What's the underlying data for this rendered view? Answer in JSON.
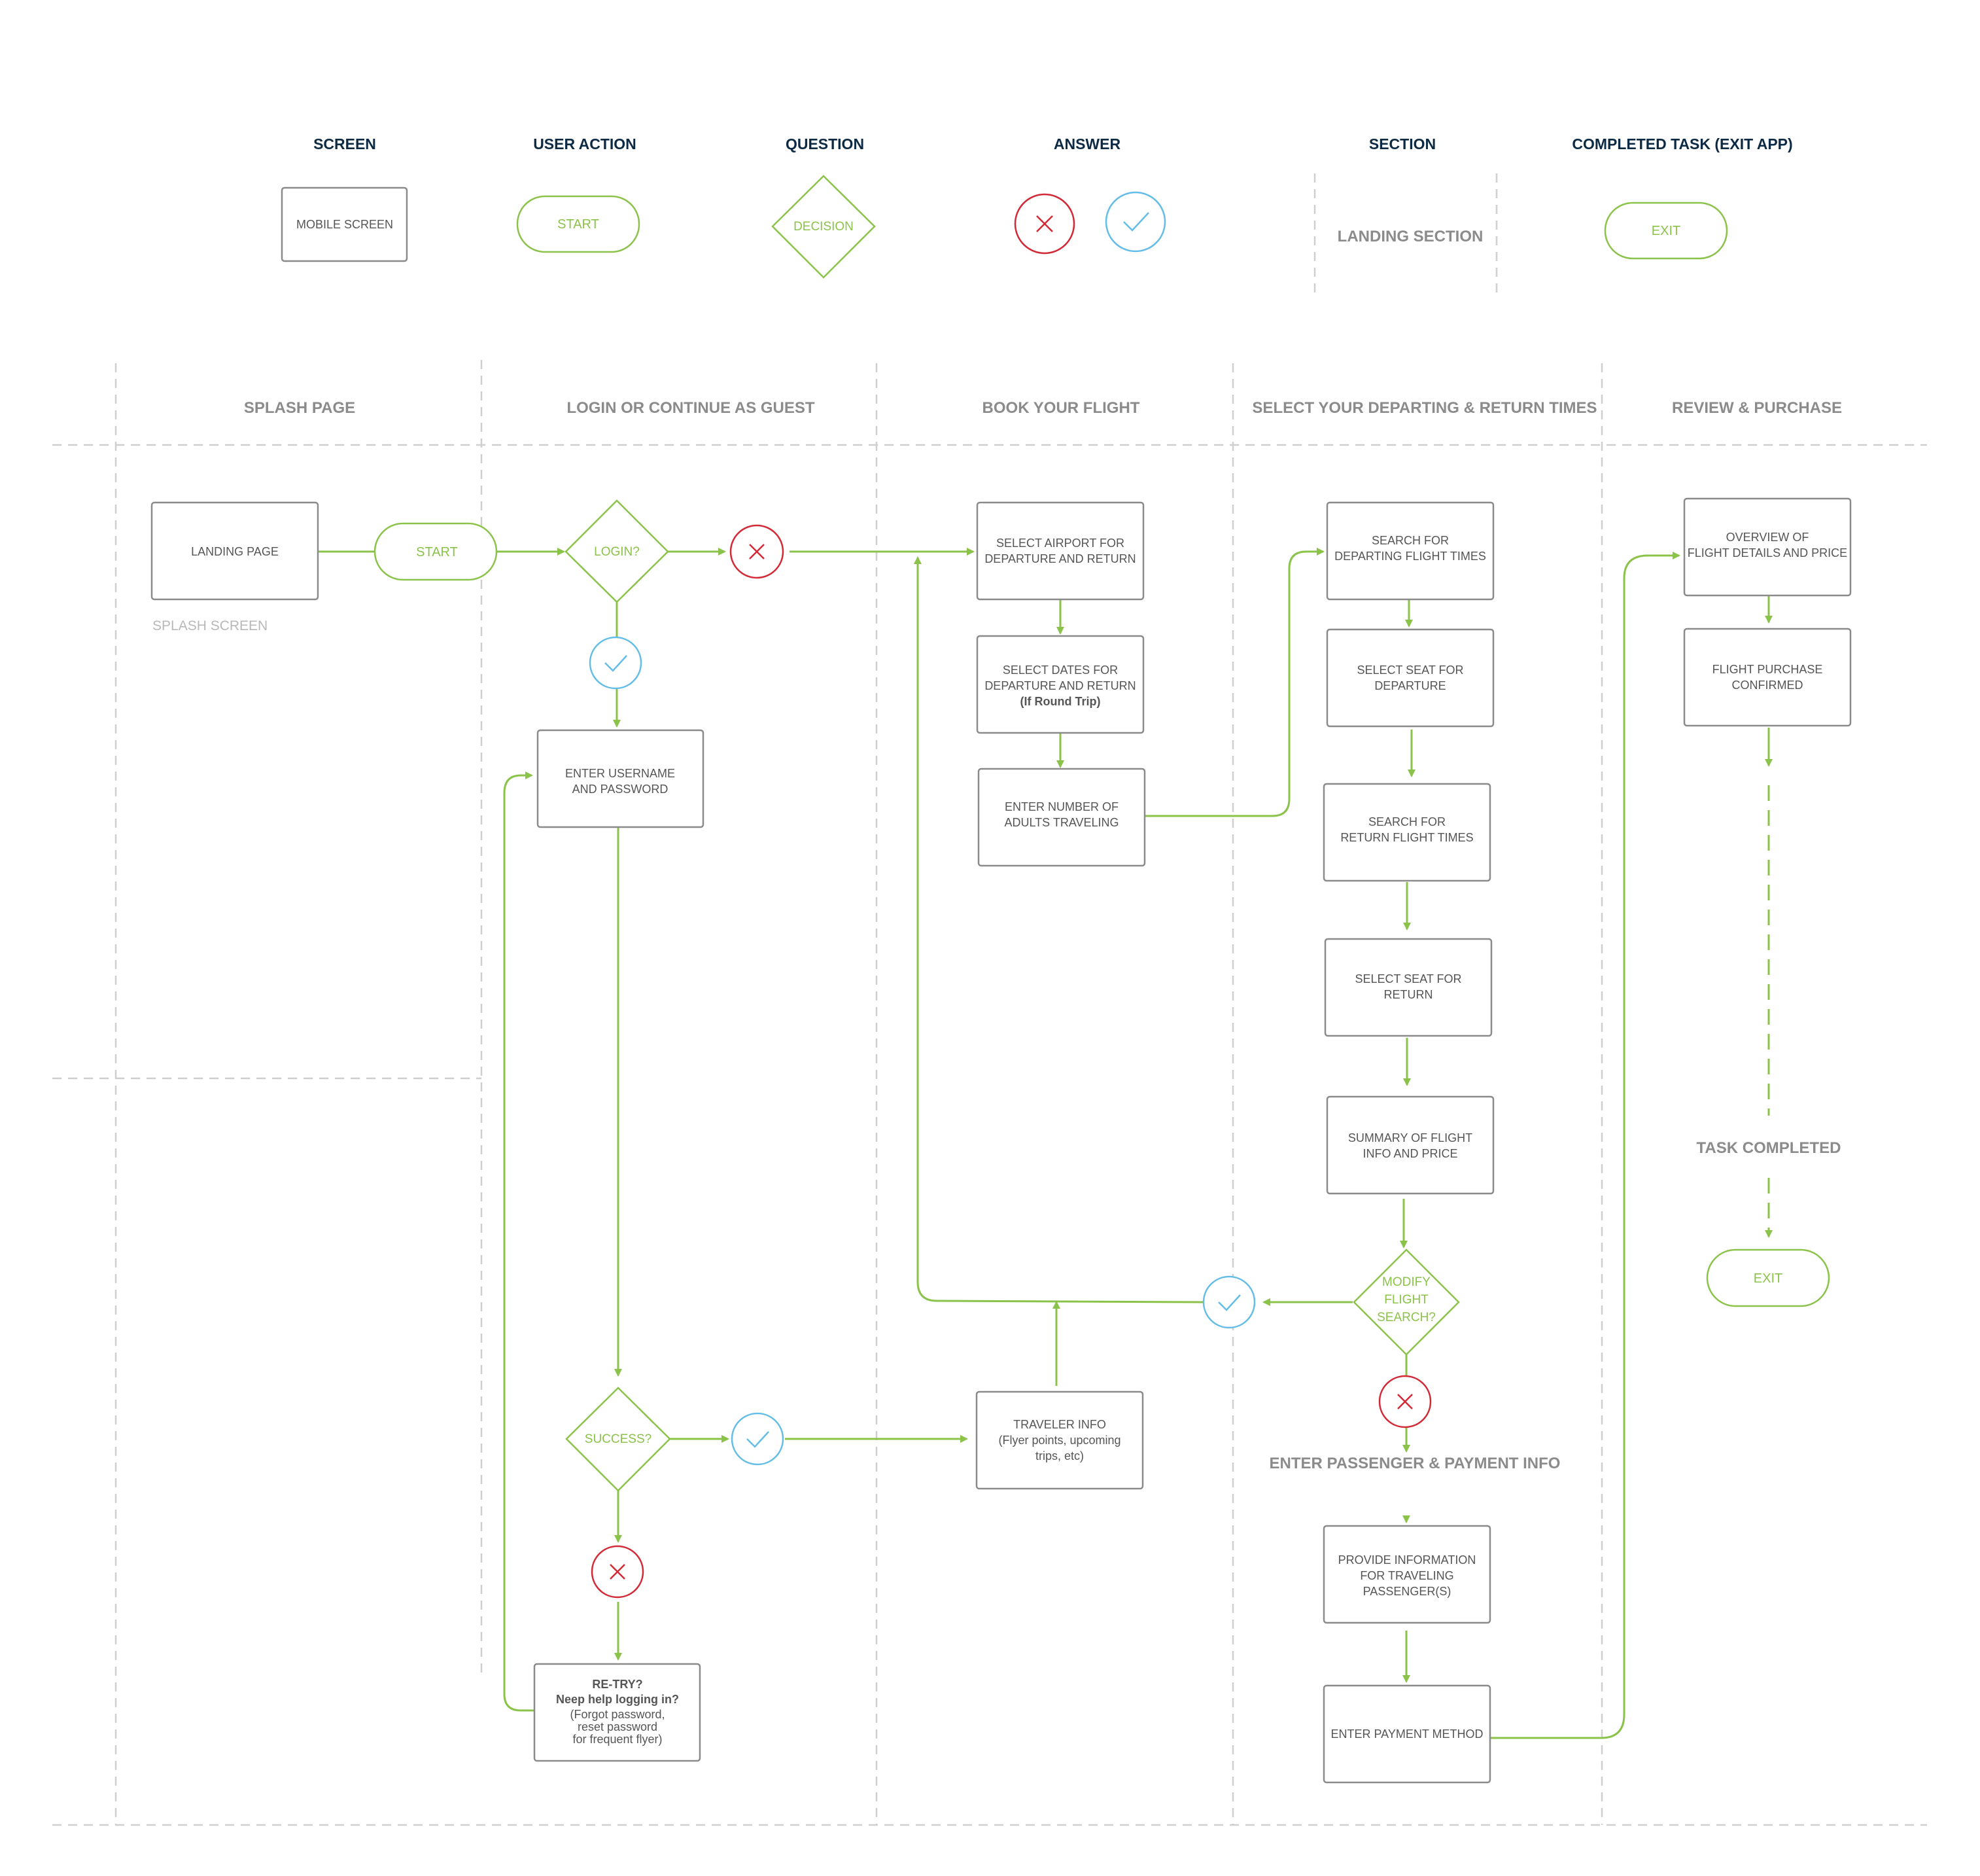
{
  "legend": {
    "screen": {
      "title": "SCREEN",
      "sample": "MOBILE SCREEN"
    },
    "user_action": {
      "title": "USER ACTION",
      "sample": "START"
    },
    "question": {
      "title": "QUESTION",
      "sample": "DECISION"
    },
    "answer": {
      "title": "ANSWER"
    },
    "section": {
      "title": "SECTION",
      "sample": "LANDING SECTION"
    },
    "completed": {
      "title": "COMPLETED TASK (EXIT APP)",
      "sample": "EXIT"
    }
  },
  "sections": [
    "SPLASH PAGE",
    "LOGIN OR CONTINUE AS GUEST",
    "BOOK YOUR FLIGHT",
    "SELECT YOUR DEPARTING & RETURN TIMES",
    "REVIEW & PURCHASE"
  ],
  "nodes": {
    "landing": "LANDING PAGE",
    "splash_note": "SPLASH SCREEN",
    "start": "START",
    "login_q": "LOGIN?",
    "enter_user": [
      "ENTER USERNAME",
      "AND PASSWORD"
    ],
    "success_q": "SUCCESS?",
    "retry_bold": [
      "RE-TRY?",
      "Neep help logging in?"
    ],
    "retry_text": [
      "(Forgot password,",
      "reset password",
      "for frequent flyer)"
    ],
    "select_airport": [
      "SELECT AIRPORT FOR",
      "DEPARTURE AND RETURN"
    ],
    "select_dates": [
      "SELECT DATES FOR",
      "DEPARTURE AND RETURN"
    ],
    "select_dates_bold": "(If Round Trip)",
    "num_adults": [
      "ENTER NUMBER OF",
      "ADULTS TRAVELING"
    ],
    "traveler_info": [
      "TRAVELER INFO",
      "(Flyer points, upcoming",
      "trips, etc)"
    ],
    "search_depart": [
      "SEARCH FOR",
      "DEPARTING FLIGHT TIMES"
    ],
    "seat_depart": [
      "SELECT SEAT FOR",
      "DEPARTURE"
    ],
    "search_return": [
      "SEARCH FOR",
      "RETURN FLIGHT TIMES"
    ],
    "seat_return": [
      "SELECT SEAT FOR",
      "RETURN"
    ],
    "summary": [
      "SUMMARY OF FLIGHT",
      "INFO AND PRICE"
    ],
    "modify_q": [
      "MODIFY",
      "FLIGHT",
      "SEARCH?"
    ],
    "passenger_heading": "ENTER PASSENGER & PAYMENT INFO",
    "provide_info": [
      "PROVIDE INFORMATION",
      "FOR TRAVELING",
      "PASSENGER(S)"
    ],
    "payment": "ENTER PAYMENT METHOD",
    "overview": [
      "OVERVIEW OF",
      "FLIGHT DETAILS AND PRICE"
    ],
    "confirmed": [
      "FLIGHT PURCHASE",
      "CONFIRMED"
    ],
    "task_completed": "TASK COMPLETED",
    "exit": "EXIT"
  },
  "colors": {
    "flow": "#8bc34a",
    "yes": "#64bde6",
    "no": "#d32936",
    "legend_title": "#0d2a45",
    "section_text": "#8b8b8b",
    "box_stroke": "#8a8a8a",
    "grid": "#cfcfcf"
  }
}
